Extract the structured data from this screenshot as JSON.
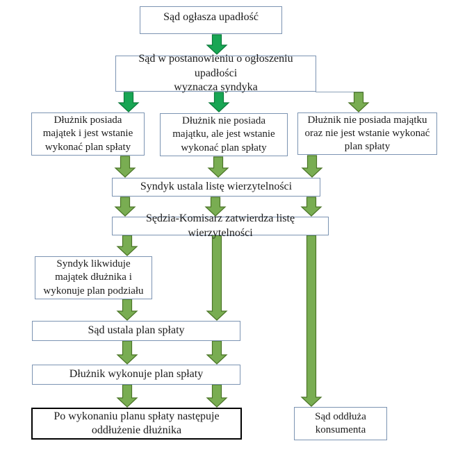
{
  "flowchart": {
    "nodes": {
      "court_declares": {
        "label": "Sąd ogłasza upadłość"
      },
      "court_appoints_trustee": {
        "label": "Sąd w postanowieniu o ogłoszeniu upadłości\nwyznacza syndyka"
      },
      "debtor_has_assets": {
        "label": "Dłużnik posiada\nmajątek i jest wstanie\nwykonać plan spłaty"
      },
      "debtor_no_assets_can": {
        "label": "Dłużnik nie posiada\nmajątku, ale jest wstanie\nwykonać plan spłaty"
      },
      "debtor_no_assets_cannot": {
        "label": "Dłużnik nie posiada majątku\noraz nie jest wstanie wykonać\nplan spłaty"
      },
      "trustee_claims_list": {
        "label": "Syndyk ustala listę wierzytelności"
      },
      "judge_approves_list": {
        "label": "Sędzia-Komisarz zatwierdza listę wierzytelności"
      },
      "trustee_liquidates": {
        "label": "Syndyk likwiduje\nmajątek dłużnika i\nwykonuje plan podziału"
      },
      "court_repayment_plan": {
        "label": "Sąd ustala plan spłaty"
      },
      "debtor_executes_plan": {
        "label": "Dłużnik wykonuje plan spłaty"
      },
      "discharge_after_plan": {
        "label": "Po wykonaniu planu spłaty następuje\noddłużenie dłużnika"
      },
      "court_discharges_consumer": {
        "label": "Sąd oddłuża\nkonsumenta"
      }
    },
    "colors": {
      "box_border": "#7b93b2",
      "final_box_border": "#000000",
      "arrow_emerald": "#18a654",
      "arrow_emerald_border": "#0b7a3a",
      "arrow_olive": "#79ad52",
      "arrow_olive_border": "#4a7426",
      "connector_line": "#8aa0b8",
      "text": "#1b1b1b",
      "background": "#ffffff"
    }
  }
}
